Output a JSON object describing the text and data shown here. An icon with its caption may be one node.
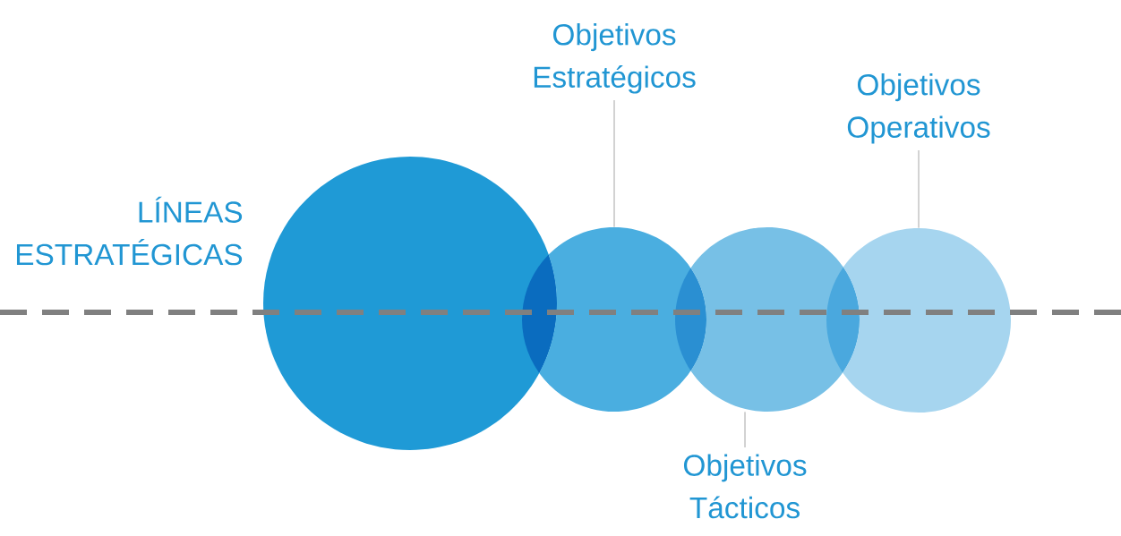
{
  "diagram": {
    "nodes": [
      {
        "text": [],
        "shape": "circle",
        "beside": [
          "LÍNEAS ESTRATÉGICAS"
        ]
      },
      {
        "text": [],
        "shape": "circle"
      },
      {
        "text": [],
        "shape": "circle"
      },
      {
        "text": [],
        "shape": "circle"
      },
      {
        "text": [
          "Objetivos Estratégicos"
        ]
      },
      {
        "text": [
          "Objetivos Tácticos"
        ]
      },
      {
        "text": [
          "Objetivos Operativos"
        ]
      }
    ],
    "edges": [
      {
        "from": 4,
        "to": 1,
        "arrow": "none"
      },
      {
        "from": 5,
        "to": 2,
        "arrow": "none"
      },
      {
        "from": 6,
        "to": 3,
        "arrow": "none"
      }
    ]
  }
}
